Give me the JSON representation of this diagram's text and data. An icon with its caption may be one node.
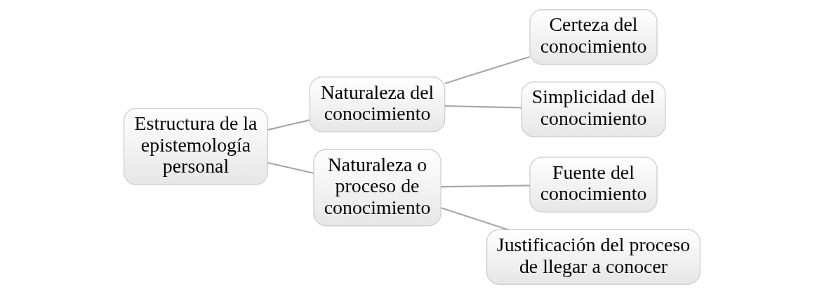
{
  "diagram": {
    "nodes": [
      {
        "text": [
          "Estructura de la epistemología personal"
        ]
      },
      {
        "text": [
          "Naturaleza del conocimiento"
        ]
      },
      {
        "text": [
          "Naturaleza o proceso de conocimiento"
        ]
      },
      {
        "text": [
          "Certeza del conocimiento"
        ]
      },
      {
        "text": [
          "Simplicidad del conocimiento"
        ]
      },
      {
        "text": [
          "Fuente del conocimiento"
        ]
      },
      {
        "text": [
          "Justificación del proceso de llegar a conocer"
        ]
      }
    ],
    "edges": [
      {
        "from": 0,
        "to": 1,
        "arrow": "none"
      },
      {
        "from": 0,
        "to": 2,
        "arrow": "none"
      },
      {
        "from": 1,
        "to": 3,
        "arrow": "none"
      },
      {
        "from": 1,
        "to": 4,
        "arrow": "none"
      },
      {
        "from": 2,
        "to": 5,
        "arrow": "none"
      },
      {
        "from": 2,
        "to": 6,
        "arrow": "none"
      }
    ]
  }
}
